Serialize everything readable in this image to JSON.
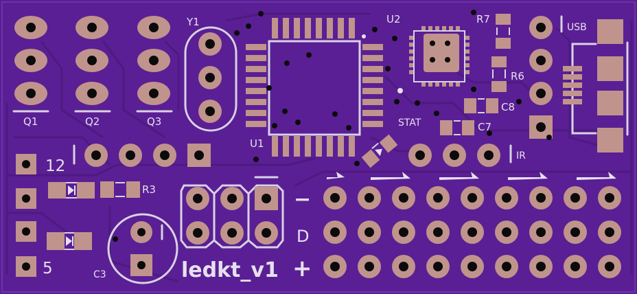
{
  "board": {
    "name": "ledkt_v1",
    "colors": {
      "solder_mask": "#5a1f94",
      "silkscreen": "#e6e0ee",
      "copper_pad": "#c0948c",
      "drill": "#0b0b0b"
    }
  },
  "labels": {
    "y1": "Y1",
    "u1": "U1",
    "u2": "U2",
    "r7": "R7",
    "r6": "R6",
    "c8": "C8",
    "c7": "C7",
    "stat": "STAT",
    "usb": "USB",
    "ir": "IR",
    "q1": "Q1",
    "q2": "Q2",
    "q3": "Q3",
    "twelve": "12",
    "five": "5",
    "r3": "R3",
    "c3": "C3",
    "minus": "−",
    "d": "D",
    "plus": "+"
  }
}
